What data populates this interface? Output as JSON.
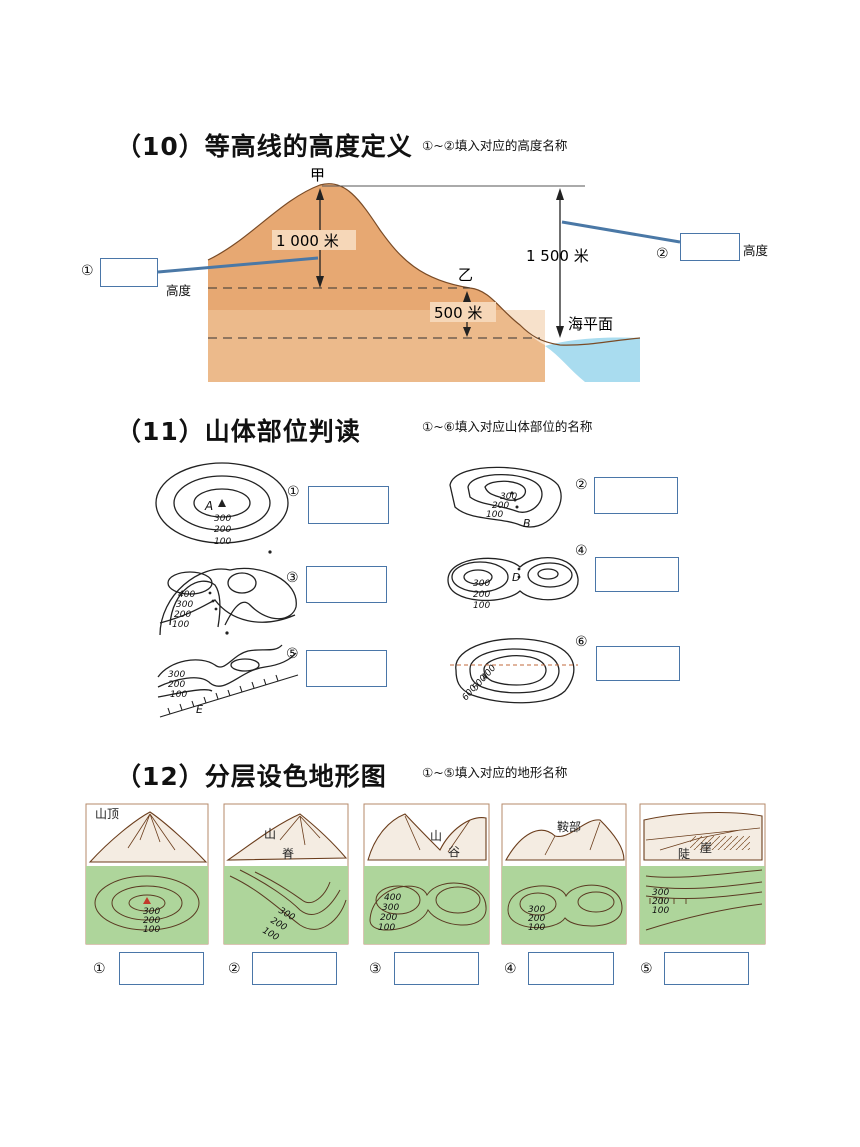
{
  "sections": [
    {
      "title": "（10）等高线的高度定义",
      "hint": "①~②填入对应的高度名称"
    },
    {
      "title": "（11）山体部位判读",
      "hint": "①~⑥填入对应山体部位的名称"
    },
    {
      "title": "（12）分层设色地形图",
      "hint": "①~⑤填入对应的地形名称"
    }
  ],
  "height_diagram": {
    "peak_label": "甲",
    "second_label": "乙",
    "label_1000": "1 000 米",
    "label_1500": "1 500 米",
    "label_500": "500 米",
    "sea_label": "海平面",
    "marker_1": "①",
    "marker_2": "②",
    "height_word_1": "高度",
    "height_word_2": "高度",
    "colors": {
      "land": "#e7a872",
      "sea": "#a9dcef",
      "leader": "#4a78a6"
    }
  },
  "mountain_parts": {
    "markers": [
      "①",
      "②",
      "③",
      "④",
      "⑤",
      "⑥"
    ],
    "labels": {
      "A": "A",
      "B": "B",
      "D": "D",
      "E": "E"
    },
    "contours": {
      "c100": "100",
      "c200": "200",
      "c300": "300",
      "c400": "400",
      "c500": "500",
      "c600": "600"
    }
  },
  "layered_map": {
    "markers": [
      "①",
      "②",
      "③",
      "④",
      "⑤"
    ],
    "panel_words": [
      "山顶",
      "山",
      "脊",
      "山",
      "谷",
      "鞍部",
      "陡",
      "崖"
    ],
    "contours": {
      "c100": "100",
      "c200": "200",
      "c300": "300",
      "c400": "400"
    },
    "colors": {
      "map_green": "#aed59b",
      "frame": "#b58a6a"
    }
  }
}
